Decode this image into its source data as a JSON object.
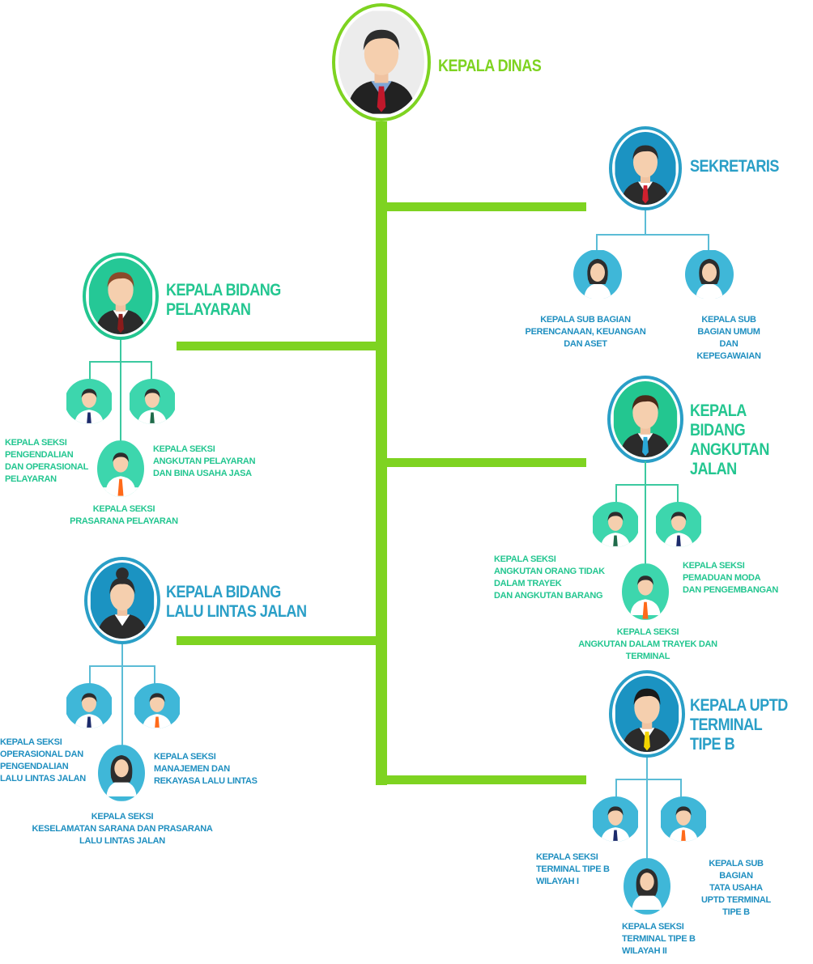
{
  "head": {
    "title": "KEPALA DINAS"
  },
  "units": [
    {
      "id": "sekretaris",
      "title": "SEKRETARIS",
      "subordinates": [
        "KEPALA SUB BAGIAN\nPERENCANAAN, KEUANGAN\nDAN ASET",
        "KEPALA SUB BAGIAN UMUM\nDAN KEPEGAWAIAN"
      ]
    },
    {
      "id": "pelayaran",
      "title": "KEPALA BIDANG\nPELAYARAN",
      "subordinates": [
        "KEPALA SEKSI\nPENGENDALIAN\nDAN OPERASIONAL\nPELAYARAN",
        "KEPALA SEKSI\nANGKUTAN PELAYARAN\nDAN BINA USAHA JASA",
        "KEPALA SEKSI\nPRASARANA PELAYARAN"
      ]
    },
    {
      "id": "angkutan",
      "title": "KEPALA BIDANG\nANGKUTAN JALAN",
      "subordinates": [
        "KEPALA SEKSI\nANGKUTAN ORANG TIDAK\nDALAM TRAYEK\nDAN ANGKUTAN BARANG",
        "KEPALA SEKSI\nPEMADUAN MODA\nDAN PENGEMBANGAN",
        "KEPALA SEKSI\nANGKUTAN  DALAM TRAYEK DAN TERMINAL"
      ]
    },
    {
      "id": "lalulintas",
      "title": "KEPALA BIDANG\nLALU LINTAS JALAN",
      "subordinates": [
        "KEPALA SEKSI\nOPERASIONAL DAN\nPENGENDALIAN\nLALU LINTAS JALAN",
        "KEPALA SEKSI\nMANAJEMEN DAN\nREKAYASA LALU LINTAS",
        "KEPALA SEKSI\nKESELAMATAN SARANA DAN PRASARANA\nLALU LINTAS JALAN"
      ]
    },
    {
      "id": "uptd",
      "title": "KEPALA UPTD\nTERMINAL TIPE B",
      "subordinates": [
        "KEPALA SEKSI\nTERMINAL TIPE B\nWILAYAH I",
        "KEPALA SUB BAGIAN\nTATA USAHA\nUPTD TERMINAL TIPE B",
        "KEPALA SEKSI\nTERMINAL TIPE B\nWILAYAH II"
      ]
    }
  ],
  "colors": {
    "trunk": "#7ed321",
    "blue": "#2a9fc7",
    "teal": "#23c690"
  }
}
